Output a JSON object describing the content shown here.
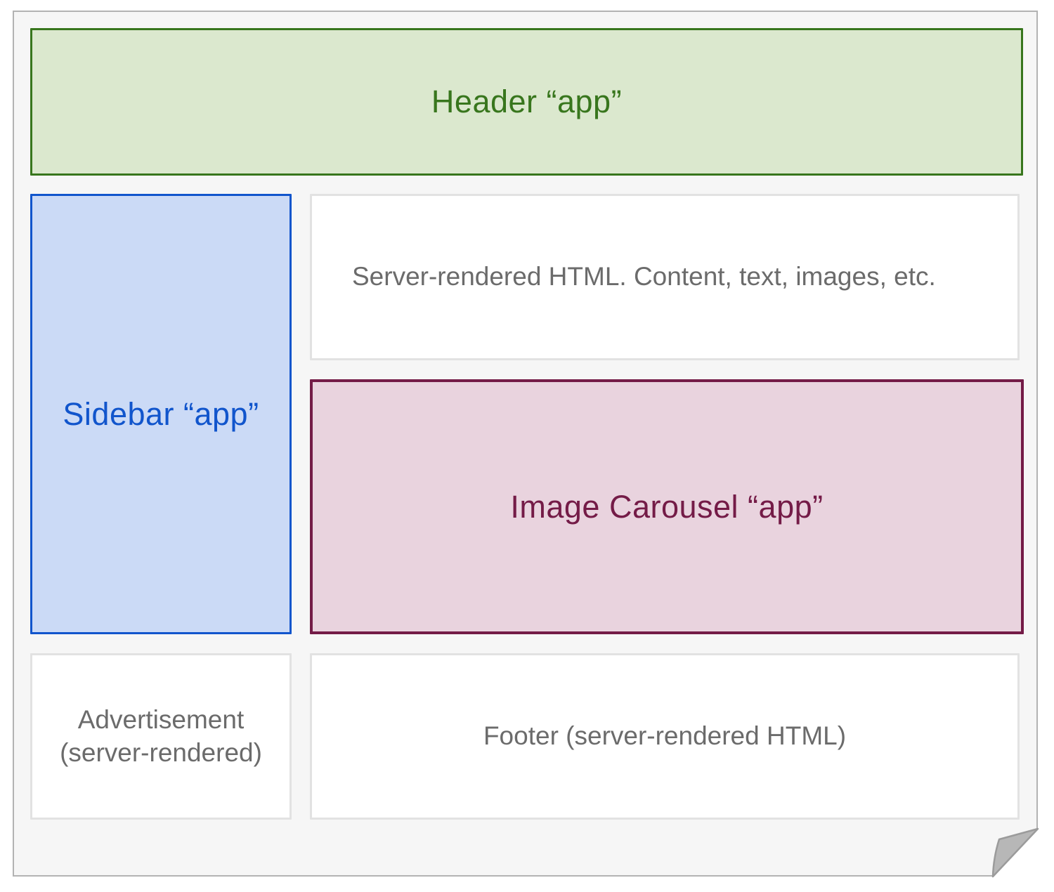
{
  "diagram": {
    "header": {
      "label": "Header “app”"
    },
    "sidebar": {
      "label": "Sidebar “app”"
    },
    "content": {
      "label": "Server-rendered HTML. Content, text, images, etc."
    },
    "image_carousel": {
      "label": "Image Carousel “app”"
    },
    "advertisement": {
      "label": "Advertisement (server-rendered)"
    },
    "footer": {
      "label": "Footer (server-rendered HTML)"
    }
  },
  "colors": {
    "header_fill": "#dbe8ce",
    "header_stroke": "#38761d",
    "sidebar_fill": "#cbdaf6",
    "sidebar_stroke": "#1155cc",
    "carousel_fill": "#e9d3de",
    "carousel_stroke": "#741b47",
    "panel_fill": "#ffffff",
    "panel_stroke": "#e2e2e2",
    "paper_fill": "#f6f6f6",
    "paper_stroke": "#b3b3b3",
    "fold_fill": "#b7b7b7",
    "muted_text": "#6b6b6b"
  }
}
